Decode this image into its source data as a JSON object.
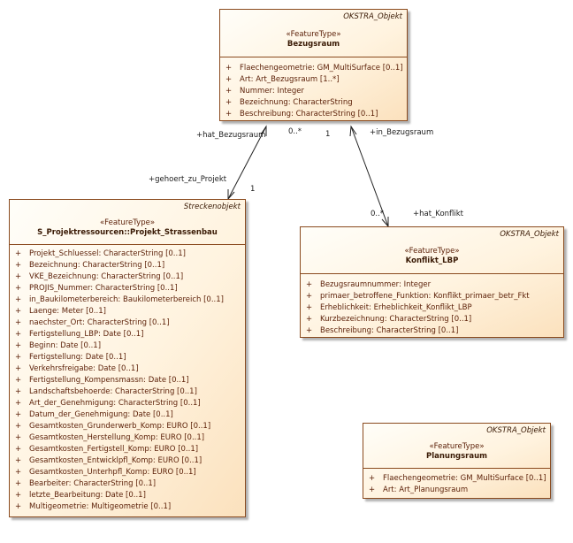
{
  "classes": {
    "bezugsraum": {
      "parent": "OKSTRA_Objekt",
      "stereotype": "«FeatureType»",
      "name": "Bezugsraum",
      "attributes": [
        {
          "vis": "+",
          "text": "Flaechengeometrie: GM_MultiSurface [0..1]"
        },
        {
          "vis": "+",
          "text": "Art: Art_Bezugsraum [1..*]"
        },
        {
          "vis": "+",
          "text": "Nummer: Integer"
        },
        {
          "vis": "+",
          "text": "Bezeichnung: CharacterString"
        },
        {
          "vis": "+",
          "text": "Beschreibung: CharacterString [0..1]"
        }
      ]
    },
    "projekt": {
      "parent": "Streckenobjekt",
      "stereotype": "«FeatureType»",
      "name": "S_Projektressourcen::Projekt_Strassenbau",
      "attributes": [
        {
          "vis": "+",
          "text": "Projekt_Schluessel: CharacterString [0..1]"
        },
        {
          "vis": "+",
          "text": "Bezeichnung: CharacterString [0..1]"
        },
        {
          "vis": "+",
          "text": "VKE_Bezeichnung: CharacterString [0..1]"
        },
        {
          "vis": "+",
          "text": "PROJIS_Nummer: CharacterString [0..1]"
        },
        {
          "vis": "+",
          "text": "in_Baukilometerbereich: Baukilometerbereich [0..1]"
        },
        {
          "vis": "+",
          "text": "Laenge: Meter [0..1]"
        },
        {
          "vis": "+",
          "text": "naechster_Ort: CharacterString [0..1]"
        },
        {
          "vis": "+",
          "text": "Fertigstellung_LBP: Date [0..1]"
        },
        {
          "vis": "+",
          "text": "Beginn: Date [0..1]"
        },
        {
          "vis": "+",
          "text": "Fertigstellung: Date [0..1]"
        },
        {
          "vis": "+",
          "text": "Verkehrsfreigabe: Date [0..1]"
        },
        {
          "vis": "+",
          "text": "Fertigstellung_Kompensmassn: Date [0..1]"
        },
        {
          "vis": "+",
          "text": "Landschaftsbehoerde: CharacterString [0..1]"
        },
        {
          "vis": "+",
          "text": "Art_der_Genehmigung: CharacterString [0..1]"
        },
        {
          "vis": "+",
          "text": "Datum_der_Genehmigung: Date [0..1]"
        },
        {
          "vis": "+",
          "text": "Gesamtkosten_Grunderwerb_Komp: EURO [0..1]"
        },
        {
          "vis": "+",
          "text": "Gesamtkosten_Herstellung_Komp: EURO [0..1]"
        },
        {
          "vis": "+",
          "text": "Gesamtkosten_Fertigstell_Komp: EURO [0..1]"
        },
        {
          "vis": "+",
          "text": "Gesamtkosten_Entwicklpfl_Komp: EURO [0..1]"
        },
        {
          "vis": "+",
          "text": "Gesamtkosten_Unterhpfl_Komp: EURO [0..1]"
        },
        {
          "vis": "+",
          "text": "Bearbeiter: CharacterString [0..1]"
        },
        {
          "vis": "+",
          "text": "letzte_Bearbeitung: Date [0..1]"
        },
        {
          "vis": "+",
          "text": "Multigeometrie: Multigeometrie [0..1]"
        }
      ]
    },
    "konflikt": {
      "parent": "OKSTRA_Objekt",
      "stereotype": "«FeatureType»",
      "name": "Konflikt_LBP",
      "attributes": [
        {
          "vis": "+",
          "text": "Bezugsraumnummer: Integer"
        },
        {
          "vis": "+",
          "text": "primaer_betroffene_Funktion: Konflikt_primaer_betr_Fkt"
        },
        {
          "vis": "+",
          "text": "Erheblichkeit: Erheblichkeit_Konflikt_LBP"
        },
        {
          "vis": "+",
          "text": "Kurzbezeichnung: CharacterString [0..1]"
        },
        {
          "vis": "+",
          "text": "Beschreibung: CharacterString [0..1]"
        }
      ]
    },
    "planungsraum": {
      "parent": "OKSTRA_Objekt",
      "stereotype": "«FeatureType»",
      "name": "Planungsraum",
      "attributes": [
        {
          "vis": "+",
          "text": "Flaechengeometrie: GM_MultiSurface [0..1]"
        },
        {
          "vis": "+",
          "text": "Art: Art_Planungsraum"
        }
      ]
    }
  },
  "associations": {
    "a1": {
      "role_bezugsraum": "+hat_Bezugsraum",
      "mult_bezugsraum": "0..*",
      "role_projekt": "+gehoert_zu_Projekt",
      "mult_projekt": "1"
    },
    "a2": {
      "mult_bezugsraum": "1",
      "role_bezugsraum": "+in_Bezugsraum",
      "mult_konflikt": "0..*",
      "role_konflikt": "+hat_Konflikt"
    }
  }
}
